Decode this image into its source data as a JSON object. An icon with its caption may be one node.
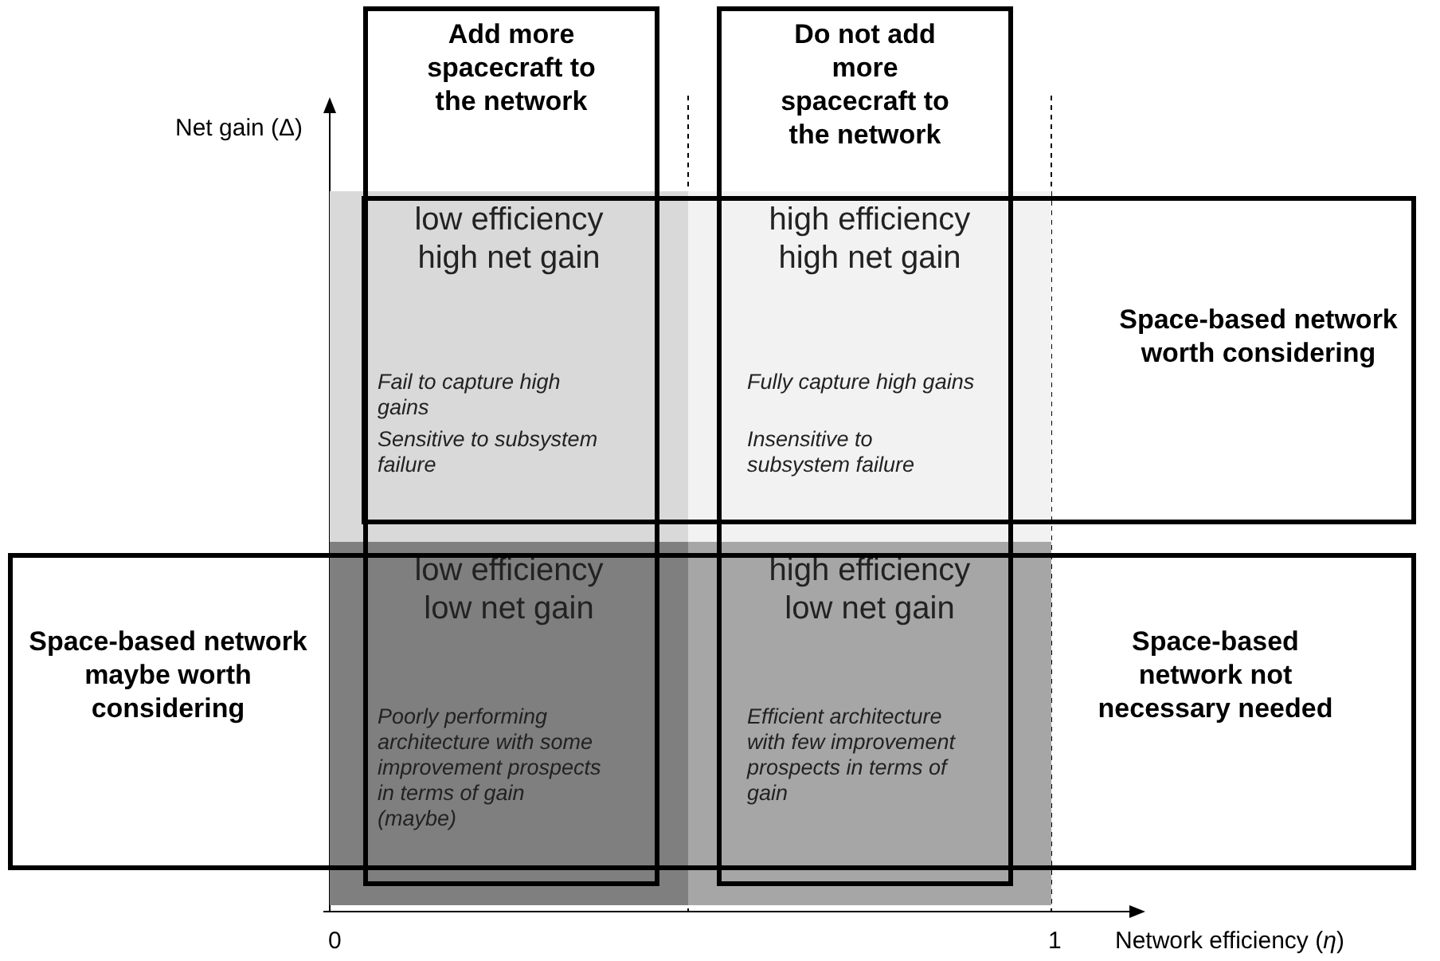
{
  "diagram": {
    "nodes": [
      {
        "text": [
          "low efficiency high net gain",
          "Fail to capture high gains",
          "Sensitive to subsystem failure"
        ]
      },
      {
        "text": [
          "high efficiency high net gain",
          "Fully capture high gains",
          "Insensitive to subsystem failure"
        ]
      },
      {
        "text": [
          "low efficiency low net gain",
          "Poorly performing architecture with some improvement prospects in terms of gain (maybe)"
        ]
      },
      {
        "text": [
          "high efficiency low net gain",
          "Efficient architecture with few improvement prospects in terms of gain"
        ]
      },
      {
        "text": [
          "Add more spacecraft to the network"
        ]
      },
      {
        "text": [
          "Do not add more spacecraft to the network"
        ]
      },
      {
        "text": [
          "Space-based network worth considering"
        ]
      },
      {
        "text": [
          "Space-based network maybe worth considering",
          "Space-based network not necessary needed"
        ]
      }
    ],
    "labels": [
      "Net gain (Δ)",
      "0",
      "1",
      "Network efficiency (*η*)"
    ]
  }
}
